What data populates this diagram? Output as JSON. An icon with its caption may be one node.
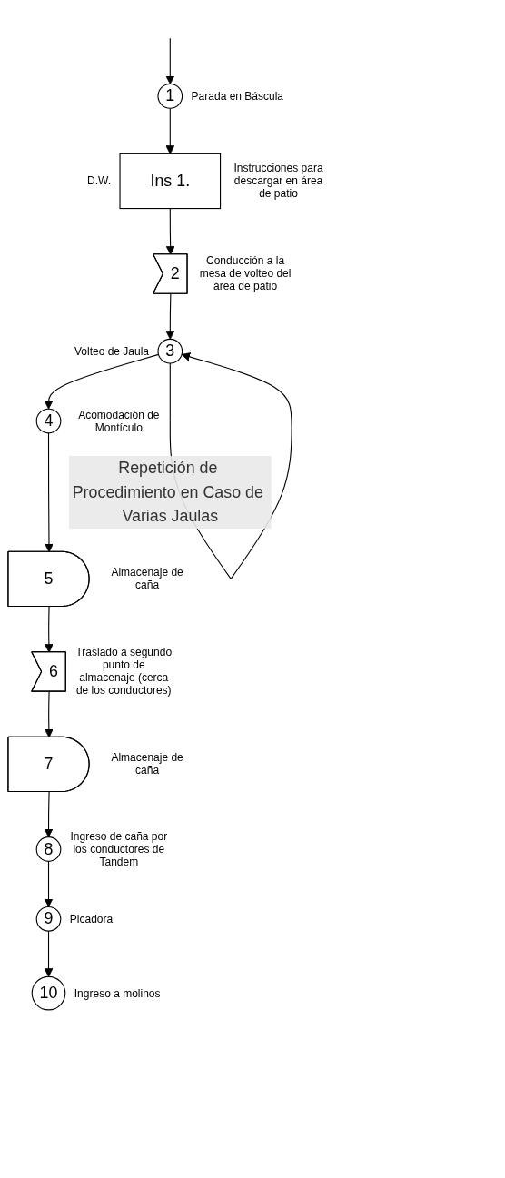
{
  "diagram": {
    "nodes": [
      {
        "text": [
          "1"
        ],
        "beside": [
          "Parada en Báscula"
        ]
      },
      {
        "text": [
          "Ins 1."
        ],
        "beside": [
          "D.W.",
          "Instrucciones para descargar en área de patio"
        ]
      },
      {
        "text": [
          "2"
        ],
        "beside": [
          "Conducción a la mesa de volteo del área de patio"
        ]
      },
      {
        "text": [
          "3"
        ],
        "beside": [
          "Volteo de Jaula"
        ]
      },
      {
        "text": [
          "4"
        ],
        "beside": [
          "Acomodación de Montículo"
        ]
      },
      {
        "text": [
          "5"
        ],
        "beside": [
          "Almacenaje de caña"
        ]
      },
      {
        "text": [
          "6"
        ],
        "beside": [
          "Traslado a segundo punto de almacenaje (cerca de los conductores)"
        ]
      },
      {
        "text": [
          "7"
        ],
        "beside": [
          "Almacenaje de caña"
        ]
      },
      {
        "text": [
          "8"
        ],
        "beside": [
          "Ingreso de caña por los conductores de Tandem"
        ]
      },
      {
        "text": [
          "9"
        ],
        "beside": [
          "Picadora"
        ]
      },
      {
        "text": [
          "10"
        ],
        "beside": [
          "Ingreso a molinos"
        ]
      }
    ],
    "edges": [
      {
        "from": null,
        "to": 0,
        "arrow": "to"
      },
      {
        "from": 0,
        "to": 1,
        "arrow": "to"
      },
      {
        "from": 1,
        "to": 2,
        "arrow": "to"
      },
      {
        "from": 2,
        "to": 3,
        "arrow": "to"
      },
      {
        "from": 3,
        "to": 3,
        "arrow": "to",
        "label": "Repetición de Procedimiento en Caso de Varias Jaulas"
      },
      {
        "from": 3,
        "to": 4,
        "arrow": "to"
      },
      {
        "from": 4,
        "to": 5,
        "arrow": "to"
      },
      {
        "from": 5,
        "to": 6,
        "arrow": "to"
      },
      {
        "from": 6,
        "to": 7,
        "arrow": "to"
      },
      {
        "from": 7,
        "to": 8,
        "arrow": "to"
      },
      {
        "from": 8,
        "to": 9,
        "arrow": "to"
      },
      {
        "from": 9,
        "to": 10,
        "arrow": "to"
      }
    ]
  }
}
